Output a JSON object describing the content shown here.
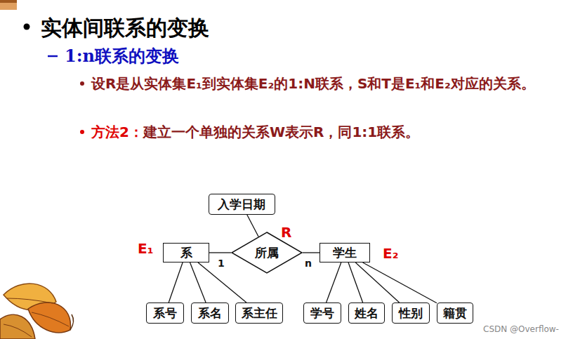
{
  "diagram": {
    "title": "实体间联系的变换",
    "nodes": [
      {
        "text": [
          "入学日期"
        ]
      },
      {
        "text": [
          "系"
        ]
      },
      {
        "text": [
          "所属"
        ]
      },
      {
        "text": [
          "学生"
        ]
      },
      {
        "text": [
          "系号"
        ]
      },
      {
        "text": [
          "系名"
        ]
      },
      {
        "text": [
          "系主任"
        ]
      },
      {
        "text": [
          "学号"
        ]
      },
      {
        "text": [
          "姓名"
        ]
      },
      {
        "text": [
          "性别"
        ]
      },
      {
        "text": [
          "籍贯"
        ]
      }
    ],
    "edges": [
      {
        "from": 1,
        "to": 2,
        "label": "1",
        "arrow": "none"
      },
      {
        "from": 2,
        "to": 3,
        "label": "n",
        "arrow": "none"
      },
      {
        "from": 0,
        "to": 2,
        "arrow": "none"
      },
      {
        "from": 1,
        "to": 4,
        "arrow": "none"
      },
      {
        "from": 1,
        "to": 5,
        "arrow": "none"
      },
      {
        "from": 1,
        "to": 6,
        "arrow": "none"
      },
      {
        "from": 3,
        "to": 7,
        "arrow": "none"
      },
      {
        "from": 3,
        "to": 8,
        "arrow": "none"
      },
      {
        "from": 3,
        "to": 9,
        "arrow": "none"
      },
      {
        "from": 3,
        "to": 10,
        "arrow": "none"
      }
    ],
    "labels": [
      "1:n联系的变换",
      "设R是从实体集E₁到实体集E₂的1:N联系，S和T是E₁和E₂对应的关系。",
      "方法2：",
      "建立一个单独的关系W表示R，同1:1联系。",
      "R",
      "E₁",
      "E₂",
      "CSDN @Overflow-"
    ]
  }
}
